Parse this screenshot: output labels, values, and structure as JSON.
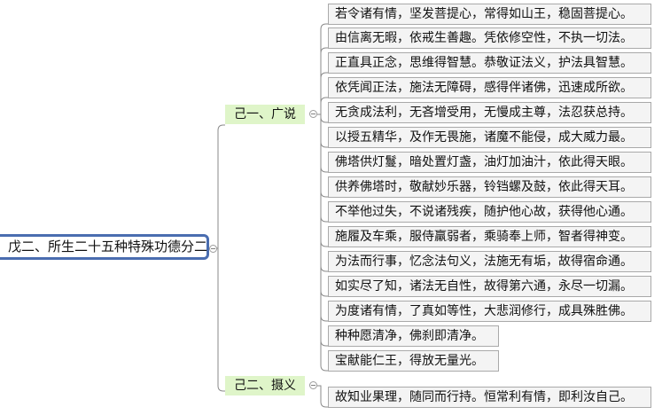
{
  "root": {
    "label": "戊二、所生二十五种特殊功德分二"
  },
  "branches": [
    {
      "label": "己一、广说",
      "items": [
        "若令诸有情，坚发菩提心，常得如山王，稳固菩提心。",
        "由信离无暇，依戒生善趣。凭依修空性，不执一切法。",
        "正直具正念，思维得智慧。恭敬证法义，护法具智慧。",
        "依凭闻正法，施法无障碍，感得伴诸佛，迅速成所欲。",
        "无贪成法利，无吝增受用，无慢成主尊，法忍获总持。",
        "以授五精华，及作无畏施，诸魔不能侵，成大威力最。",
        "佛塔供灯鬘，暗处置灯盏，油灯加油汁，依此得天眼。",
        "供养佛塔时，敬献妙乐器，铃铛螺及鼓，依此得天耳。",
        "不举他过失，不说诸残疾，随护他心故，获得他心通。",
        "施履及车乘，服侍羸弱者，乘骑奉上师，智者得神变。",
        "为法而行事，忆念法句义，法施无有垢，故得宿命通。",
        "如实尽了知，诸法无自性，故得第六通，永尽一切漏。",
        "为度诸有情，了真如等性，大悲润修行，成具殊胜佛。",
        "种种愿清净，佛刹即清净。",
        "宝献能仁王，得放无量光。"
      ]
    },
    {
      "label": "己二、摄义",
      "items": [
        "故知业果理，随同而行持。恒常利有情，即利汝自己。"
      ]
    }
  ],
  "colors": {
    "connector": "#8a8a8a",
    "branch_fill": "#dff5c9",
    "root_border": "#4a6db0",
    "leaf_fill": "#f4f4f4",
    "leaf_border": "#a9a9a9"
  }
}
